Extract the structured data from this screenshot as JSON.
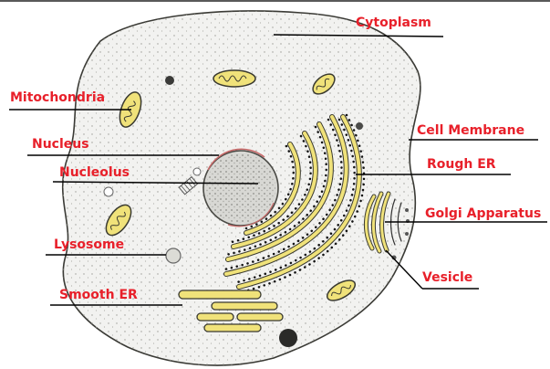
{
  "colors": {
    "label_text": "#e8202a",
    "leader_line": "#000000",
    "cytoplasm_fill": "#f2f2f0",
    "organelle_yellow": "#f0e27a",
    "organelle_outline": "#3a3a30",
    "er_dots": "#111111",
    "nucleus_fill": "#d8d8d4"
  },
  "labels": {
    "cytoplasm": "Cytoplasm",
    "mitochondria": "Mitochondria",
    "cell_membrane": "Cell Membrane",
    "nucleus": "Nucleus",
    "rough_er": "Rough ER",
    "nucleolus": "Nucleolus",
    "golgi_apparatus": "Golgi Apparatus",
    "lysosome": "Lysosome",
    "vesicle": "Vesicle",
    "smooth_er": "Smooth ER"
  }
}
